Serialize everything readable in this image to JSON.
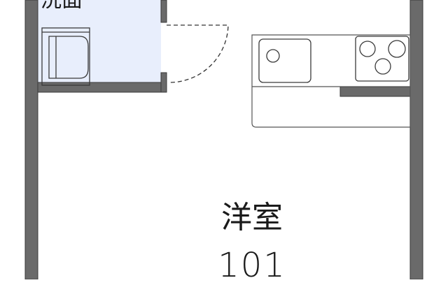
{
  "plan": {
    "washroom_label": "洗面",
    "room_name": "洋室",
    "room_size": "101"
  },
  "colors": {
    "wall": "#6a6a6a",
    "wall_outline": "#3a3a3a",
    "washroom_fill": "#e8eefc",
    "fixture_outline": "#3a3a3a",
    "counter_outline": "#555555",
    "door_dash": "#333333",
    "label": "#1a1a1a"
  }
}
